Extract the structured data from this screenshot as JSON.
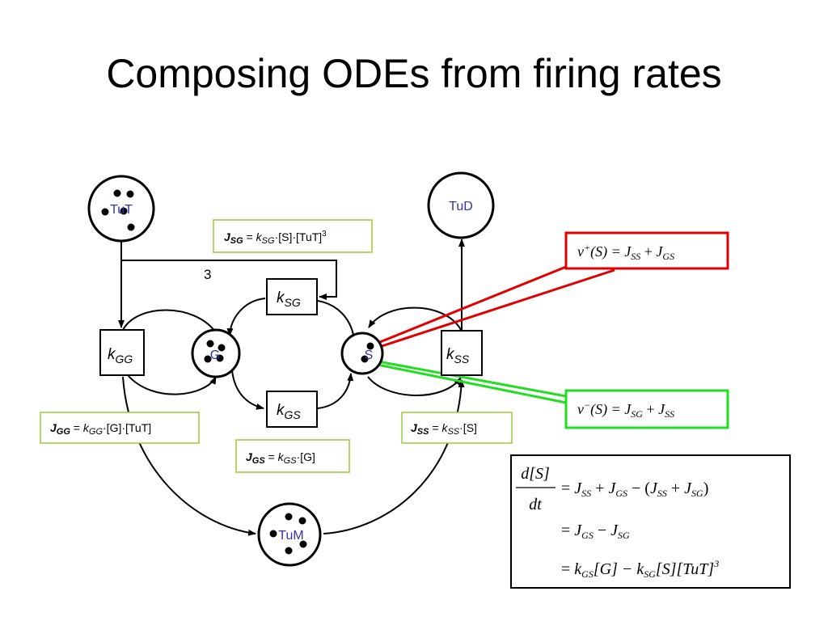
{
  "slide": {
    "title": "Composing ODEs from firing rates"
  },
  "places": {
    "tut": "TuT",
    "tud": "TuD",
    "g": "G",
    "s": "S",
    "tum": "TuM"
  },
  "transitions": {
    "k_gg": {
      "k": "k",
      "sub": "GG"
    },
    "k_sg": {
      "k": "k",
      "sub": "SG"
    },
    "k_gs": {
      "k": "k",
      "sub": "GS"
    },
    "k_ss": {
      "k": "k",
      "sub": "SS"
    }
  },
  "arc_weight": "3",
  "rate_boxes": {
    "j_sg": {
      "j": "J",
      "j_sub": "SG",
      "eq": " = ",
      "k": "k",
      "k_sub": "SG",
      "rest": "·[S]·[TuT]",
      "sup": "3"
    },
    "j_gg": {
      "j": "J",
      "j_sub": "GG",
      "eq": " = ",
      "k": "k",
      "k_sub": "GG",
      "rest": "·[G]·[TuT]"
    },
    "j_gs": {
      "j": "J",
      "j_sub": "GS",
      "eq": " = ",
      "k": "k",
      "k_sub": "GS",
      "rest": "·[G]"
    },
    "j_ss": {
      "j": "J",
      "j_sub": "SS",
      "eq": " = ",
      "k": "k",
      "k_sub": "SS",
      "rest": "·[S]"
    }
  },
  "velocity_boxes": {
    "v_plus": {
      "v": "v",
      "sup": "+",
      "arg": "(S) = ",
      "j1": "J",
      "j1_sub": "SS",
      "plus": " + ",
      "j2": "J",
      "j2_sub": "GS",
      "color": "#e00000"
    },
    "v_minus": {
      "v": "v",
      "sup": "−",
      "arg": "(S) = ",
      "j1": "J",
      "j1_sub": "SG",
      "plus": " + ",
      "j2": "J",
      "j2_sub": "SS",
      "color": "#22dd22"
    }
  },
  "ode": {
    "numerator": "d[S]",
    "denominator": "dt",
    "line1": {
      "eq": "= ",
      "a": "J",
      "a_sub": "SS",
      "op1": " + ",
      "b": "J",
      "b_sub": "GS",
      "op2": " − (",
      "c": "J",
      "c_sub": "SS",
      "op3": " + ",
      "d": "J",
      "d_sub": "SG",
      "close": ")"
    },
    "line2": {
      "eq": "= ",
      "a": "J",
      "a_sub": "GS",
      "op1": " − ",
      "b": "J",
      "b_sub": "SG"
    },
    "line3": {
      "eq": "= ",
      "a": "k",
      "a_sub": "GS",
      "mid1": "[G] − ",
      "b": "k",
      "b_sub": "SG",
      "mid2": "[S][TuT]",
      "sup": "3"
    }
  },
  "colors": {
    "rate_box_border": "#99cc33",
    "v_plus_border": "#e00000",
    "v_minus_border": "#22dd22",
    "place_label": "#3333aa"
  }
}
